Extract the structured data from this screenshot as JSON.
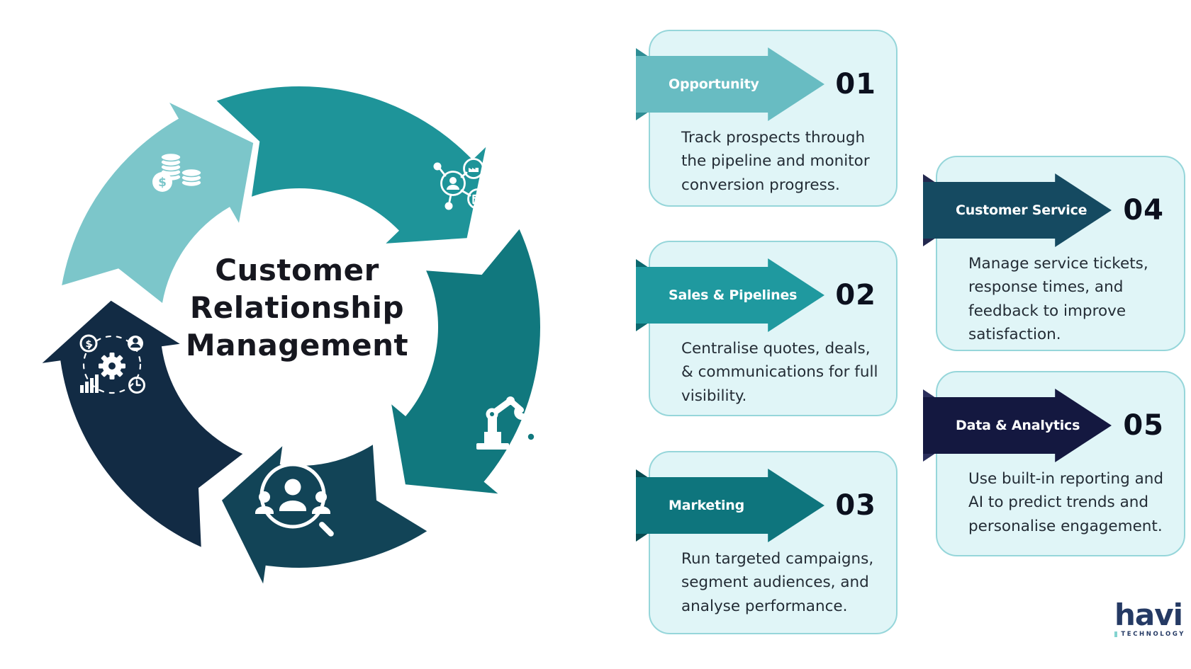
{
  "diagram": {
    "title": "Customer Relationship Management",
    "title_lines": [
      "Customer",
      "Relationship",
      "Management"
    ],
    "segments": [
      {
        "name": "opportunity",
        "color": "#7cc6ca",
        "icon": "coins-icon"
      },
      {
        "name": "sales-pipelines",
        "color": "#1e9499",
        "icon": "supply-network-icon"
      },
      {
        "name": "marketing",
        "color": "#11787e",
        "icon": "robot-arm-icon"
      },
      {
        "name": "customer-service",
        "color": "#124457",
        "icon": "audience-search-icon"
      },
      {
        "name": "data-analytics",
        "color": "#122b44",
        "icon": "process-gear-icon"
      }
    ]
  },
  "cards": [
    {
      "number": "01",
      "title": "Opportunity",
      "description": "Track prospects through the pipeline and monitor conversion progress.",
      "ribbon_color": "#68bcc2",
      "fold_color": "#2e8d94"
    },
    {
      "number": "02",
      "title": "Sales & Pipelines",
      "description": "Centralise quotes, deals, & communications for full visibility.",
      "ribbon_color": "#1f999f",
      "fold_color": "#0b686e"
    },
    {
      "number": "03",
      "title": "Marketing",
      "description": "Run targeted campaigns, segment audiences, and analyse performance.",
      "ribbon_color": "#0e757d",
      "fold_color": "#064b51"
    },
    {
      "number": "04",
      "title": "Customer Service",
      "description": "Manage service tickets, response times, and feedback to improve satisfaction.",
      "ribbon_color": "#154a61",
      "fold_color": "#23284e"
    },
    {
      "number": "05",
      "title": "Data & Analytics",
      "description": "Use built-in reporting and AI to predict trends and personalise engagement.",
      "ribbon_color": "#141840",
      "fold_color": "#2b2f5c"
    }
  ],
  "card_style": {
    "background": "#e0f5f7",
    "border": "#96d6da",
    "number_color": "#0b101e",
    "text_color": "#232c35"
  },
  "logo": {
    "name": "havi",
    "tagline": "TECHNOLOGY",
    "color": "#253a64",
    "accent": "#83d3d0"
  }
}
